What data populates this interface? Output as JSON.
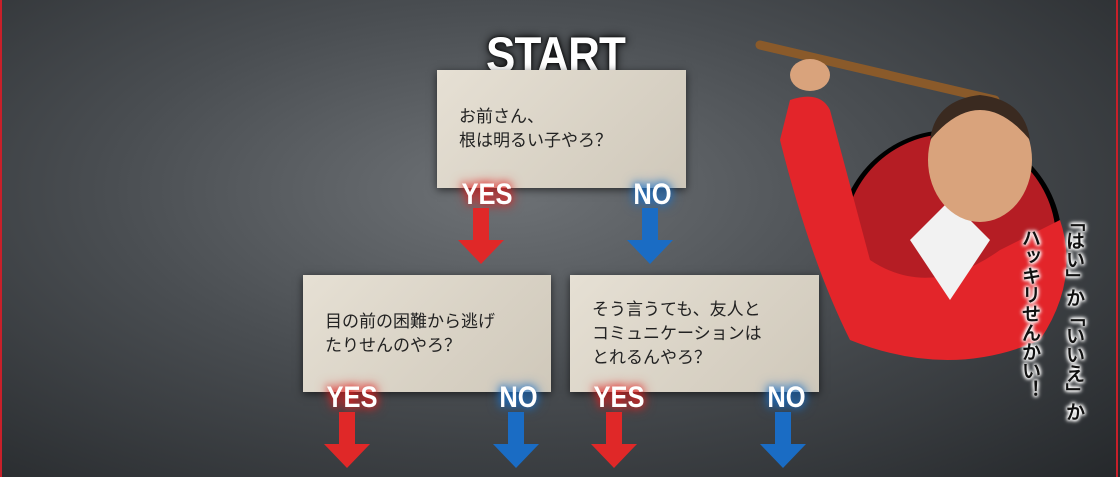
{
  "title": "START",
  "questions": [
    {
      "lines": [
        "お前さん、",
        "根は明るい子やろ？"
      ]
    },
    {
      "lines": [
        "目の前の困難から逃げ",
        "たりせんのやろ？"
      ]
    },
    {
      "lines": [
        "そう言うても、友人と",
        "コミュニケーションは",
        "とれるんやろ？"
      ]
    }
  ],
  "yes_label": "YES",
  "no_label": "NO",
  "speech": [
    "「はい」か「いいえ」か",
    "ハッキリせんかい！"
  ],
  "colors": {
    "yes": "#e02828",
    "no": "#1a6cc4",
    "accent": "#c8202a"
  }
}
